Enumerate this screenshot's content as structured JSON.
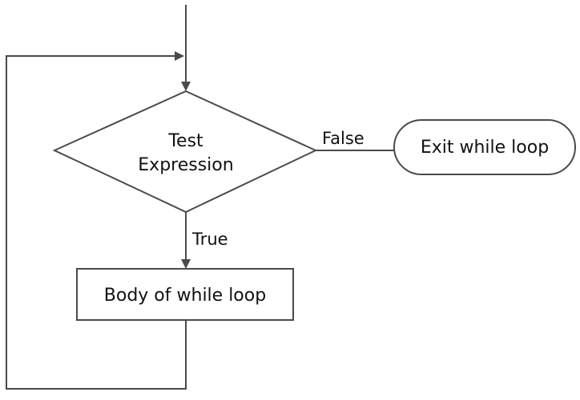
{
  "diagram": {
    "decision": {
      "line1": "Test",
      "line2": "Expression"
    },
    "exit_terminal": {
      "label": "Exit while loop"
    },
    "body_process": {
      "label": "Body of while loop"
    },
    "edges": {
      "false_label": "False",
      "true_label": "True"
    }
  }
}
